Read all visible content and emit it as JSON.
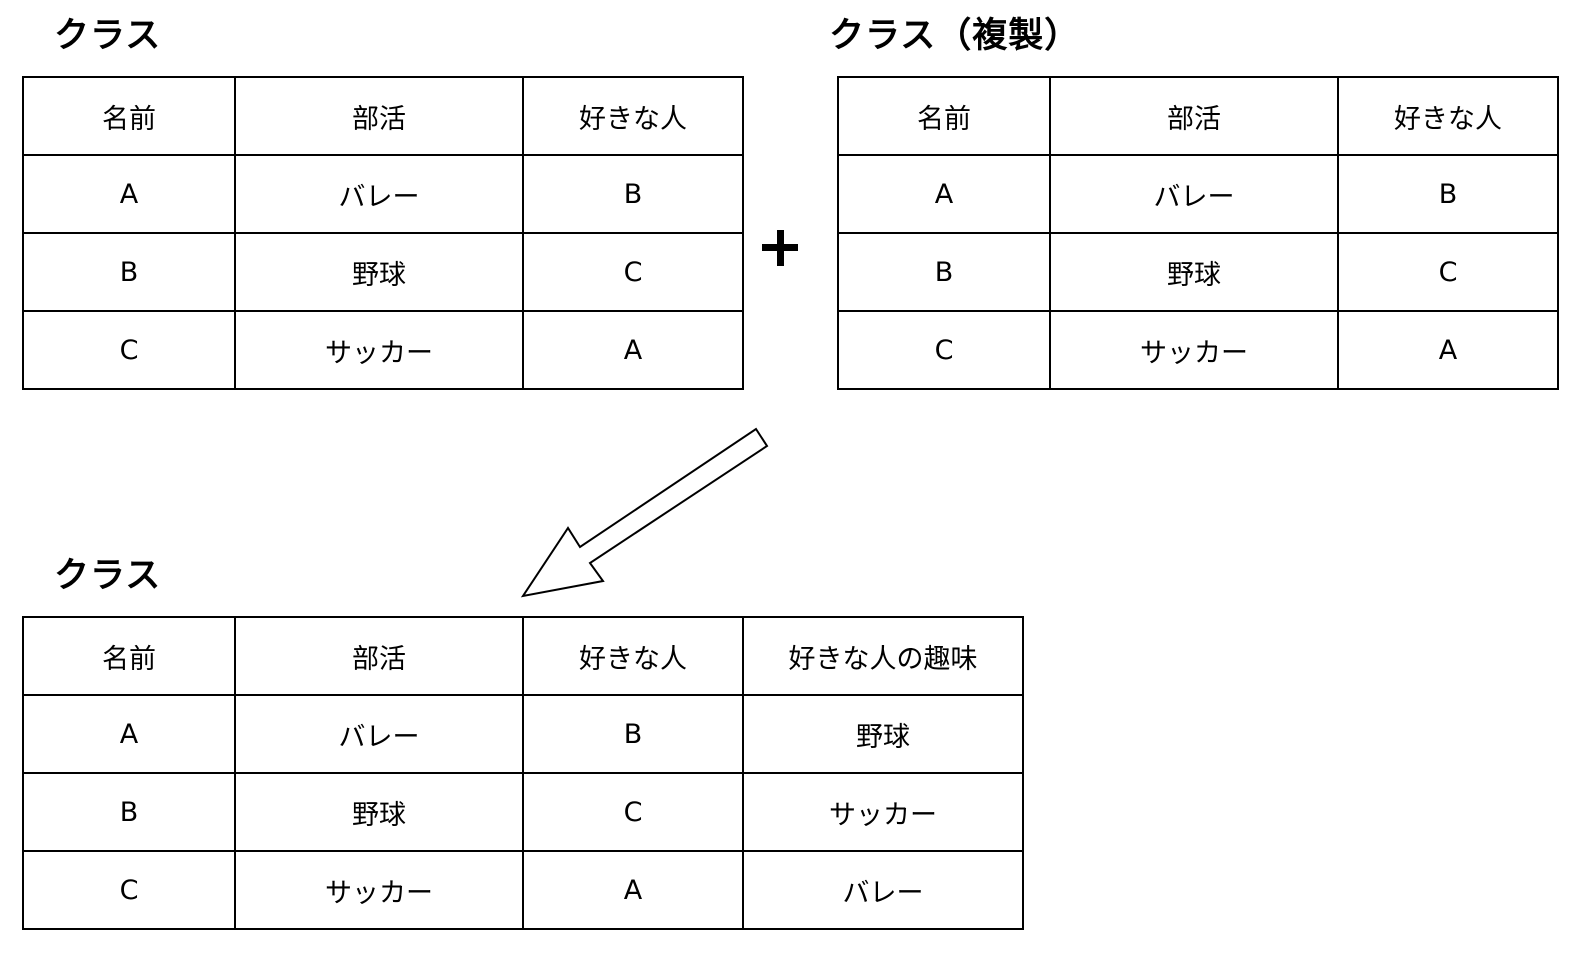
{
  "tables": {
    "class_original": {
      "title": "クラス",
      "headers": [
        "名前",
        "部活",
        "好きな人"
      ],
      "rows": [
        [
          "A",
          "バレー",
          "B"
        ],
        [
          "B",
          "野球",
          "C"
        ],
        [
          "C",
          "サッカー",
          "A"
        ]
      ]
    },
    "class_copy": {
      "title": "クラス（複製）",
      "headers": [
        "名前",
        "部活",
        "好きな人"
      ],
      "rows": [
        [
          "A",
          "バレー",
          "B"
        ],
        [
          "B",
          "野球",
          "C"
        ],
        [
          "C",
          "サッカー",
          "A"
        ]
      ]
    },
    "class_result": {
      "title": "クラス",
      "headers": [
        "名前",
        "部活",
        "好きな人",
        "好きな人の趣味"
      ],
      "rows": [
        [
          "A",
          "バレー",
          "B",
          "野球"
        ],
        [
          "B",
          "野球",
          "C",
          "サッカー"
        ],
        [
          "C",
          "サッカー",
          "A",
          "バレー"
        ]
      ]
    }
  },
  "operators": {
    "join_symbol": "+",
    "result_arrow": "arrow-down-left"
  },
  "colors": {
    "line": "#000000",
    "background": "#ffffff"
  }
}
